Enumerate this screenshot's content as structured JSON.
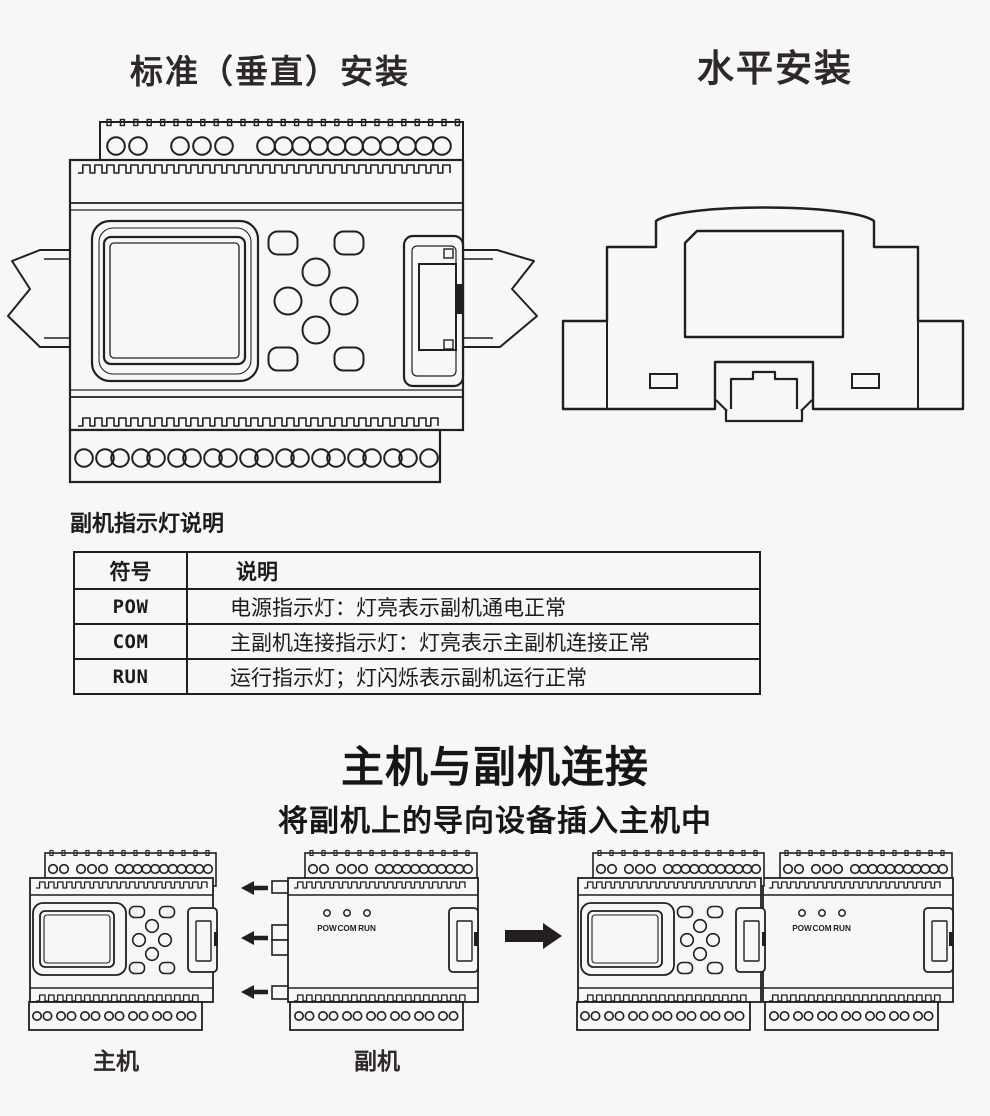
{
  "page": {
    "bg": "#f7f7f7",
    "ink": "#231f20"
  },
  "install": {
    "vertical_title": "标准（垂直）安装",
    "horizontal_title": "水平安装"
  },
  "indicator_table": {
    "caption": "副机指示灯说明",
    "headers": {
      "symbol": "符号",
      "desc": "说明"
    },
    "rows": [
      {
        "symbol": "POW",
        "desc": "电源指示灯：灯亮表示副机通电正常"
      },
      {
        "symbol": "COM",
        "desc": "主副机连接指示灯：灯亮表示主副机连接正常"
      },
      {
        "symbol": "RUN",
        "desc": "运行指示灯；灯闪烁表示副机运行正常"
      }
    ]
  },
  "connection": {
    "title": "主机与副机连接",
    "subtitle": "将副机上的导向设备插入主机中",
    "master_label": "主机",
    "slave_label": "副机",
    "led_labels": [
      "POW",
      "COM",
      "RUN"
    ]
  }
}
